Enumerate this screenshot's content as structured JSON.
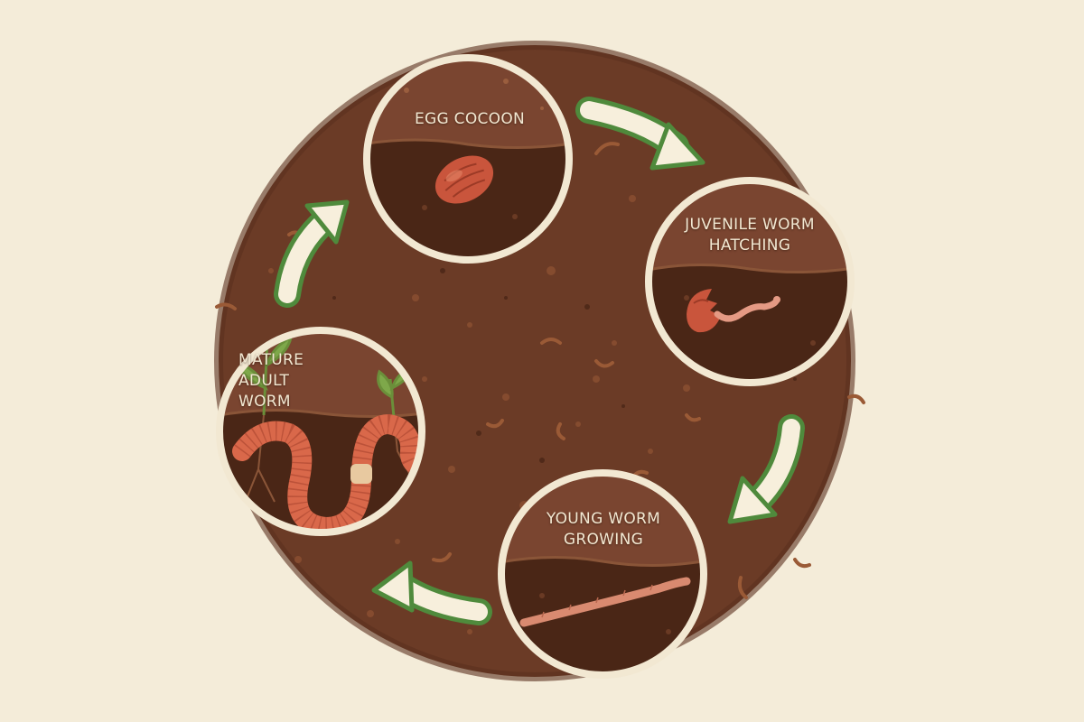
{
  "diagram": {
    "stages": [
      {
        "id": "egg",
        "lines": [
          "EGG COCOON"
        ]
      },
      {
        "id": "juvenile",
        "lines": [
          "JUVENILE WORM",
          "HATCHING"
        ]
      },
      {
        "id": "young",
        "lines": [
          "YOUNG WORM",
          "GROWING"
        ]
      },
      {
        "id": "mature",
        "lines": [
          "MATURE",
          "ADULT",
          "WORM"
        ]
      }
    ]
  },
  "colors": {
    "background": "#f4ecd9",
    "soil": "#6b3b26",
    "soil_dark": "#4a2616",
    "ring": "#f2e8d2",
    "arrow_fill": "#f7efdc",
    "arrow_outline": "#4f8a3c",
    "worm": "#d9684a",
    "worm_light": "#e09a7c"
  }
}
